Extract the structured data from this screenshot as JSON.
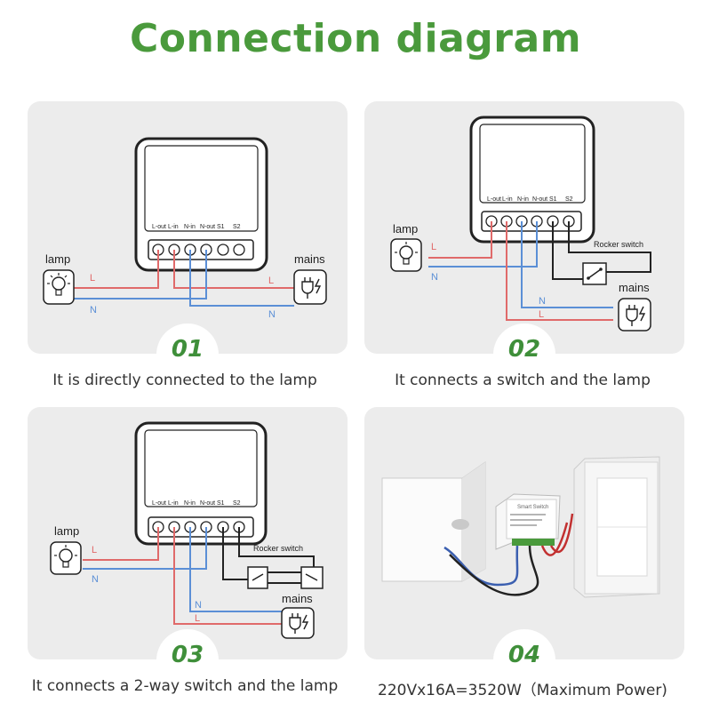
{
  "title": "Connection diagram",
  "colors": {
    "title": "#4a9a3c",
    "live": "#e06a6a",
    "neutral": "#5b8fd6",
    "switch": "#222222",
    "panel": "#ececec"
  },
  "terminals": [
    "L-out",
    "L-in",
    "N-in",
    "N-out",
    "S1",
    "S2"
  ],
  "panels": [
    {
      "number": "01",
      "caption": "It is directly connected to the lamp",
      "lamp_label": "lamp",
      "mains_label": "mains",
      "wire_labels": {
        "lamp_l": "L",
        "lamp_n": "N",
        "mains_l": "L",
        "mains_n": "N"
      },
      "lamp_icon": "lightbulb-icon",
      "mains_icon": "plug-icon"
    },
    {
      "number": "02",
      "caption": "It connects a switch and the lamp",
      "lamp_label": "lamp",
      "mains_label": "mains",
      "switch_label": "Rocker switch",
      "wire_labels": {
        "lamp_l": "L",
        "lamp_n": "N",
        "mains_n": "N",
        "mains_l": "L"
      },
      "lamp_icon": "lightbulb-icon",
      "mains_icon": "plug-icon"
    },
    {
      "number": "03",
      "caption": "It connects a 2-way switch and the lamp",
      "lamp_label": "lamp",
      "mains_label": "mains",
      "switch_label": "Rocker switch",
      "wire_labels": {
        "lamp_l": "L",
        "lamp_n": "N",
        "mains_n": "N",
        "mains_l": "L"
      },
      "lamp_icon": "lightbulb-icon",
      "mains_icon": "plug-icon"
    },
    {
      "number": "04",
      "caption": "220Vx16A=3520W（Maximum Power)",
      "module_label": "Smart Switch"
    }
  ]
}
